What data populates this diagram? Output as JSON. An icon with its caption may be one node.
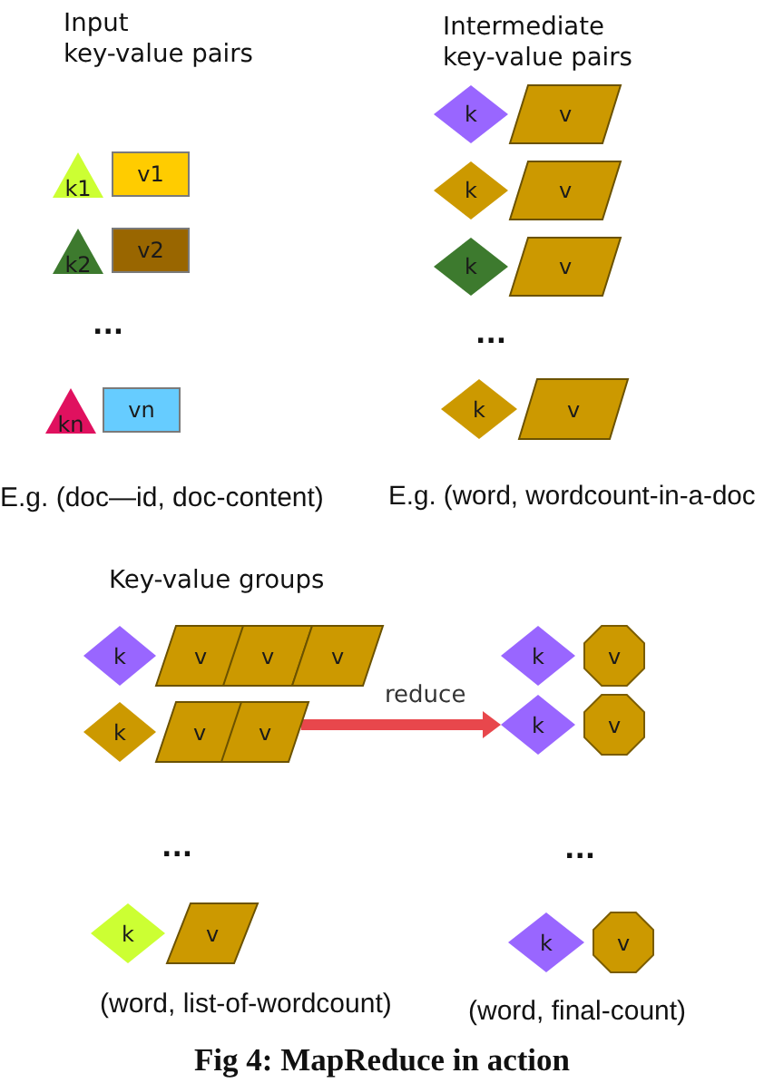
{
  "diagram": {
    "caption": "Fig 4: MapReduce in action",
    "nodes": [
      {
        "text": [
          "k1"
        ]
      },
      {
        "text": [
          "v1"
        ]
      },
      {
        "text": [
          "k2"
        ]
      },
      {
        "text": [
          "v2"
        ]
      },
      {
        "text": [
          "kn"
        ]
      },
      {
        "text": [
          "vn"
        ]
      },
      {
        "text": [
          "k"
        ]
      },
      {
        "text": [
          "v"
        ]
      },
      {
        "text": [
          "k"
        ]
      },
      {
        "text": [
          "v"
        ]
      },
      {
        "text": [
          "k"
        ]
      },
      {
        "text": [
          "v"
        ]
      },
      {
        "text": [
          "k"
        ]
      },
      {
        "text": [
          "v"
        ]
      },
      {
        "text": [
          "k"
        ]
      },
      {
        "text": [
          "v"
        ]
      },
      {
        "text": [
          "v"
        ]
      },
      {
        "text": [
          "v"
        ]
      },
      {
        "text": [
          "k"
        ]
      },
      {
        "text": [
          "v"
        ]
      },
      {
        "text": [
          "v"
        ]
      },
      {
        "text": [
          "k"
        ]
      },
      {
        "text": [
          "v"
        ]
      },
      {
        "text": [
          "k"
        ]
      },
      {
        "text": [
          "v"
        ]
      },
      {
        "text": [
          "k"
        ]
      },
      {
        "text": [
          "v"
        ]
      },
      {
        "text": [
          "k"
        ]
      },
      {
        "text": [
          "v"
        ]
      }
    ],
    "edges": [
      {
        "from": 20,
        "to": 25,
        "arrow": "to",
        "label": "reduce",
        "color": "#e8474c"
      }
    ],
    "labels": [
      "Input key-value pairs",
      "...",
      "E.g. (doc—id, doc-content)",
      "Intermediate key-value pairs",
      "...",
      "E.g. (word, wordcount-in-a-doc",
      "Key-value groups",
      "...",
      "(word, list-of-wordcount)",
      "...",
      "(word, final-count)"
    ]
  }
}
